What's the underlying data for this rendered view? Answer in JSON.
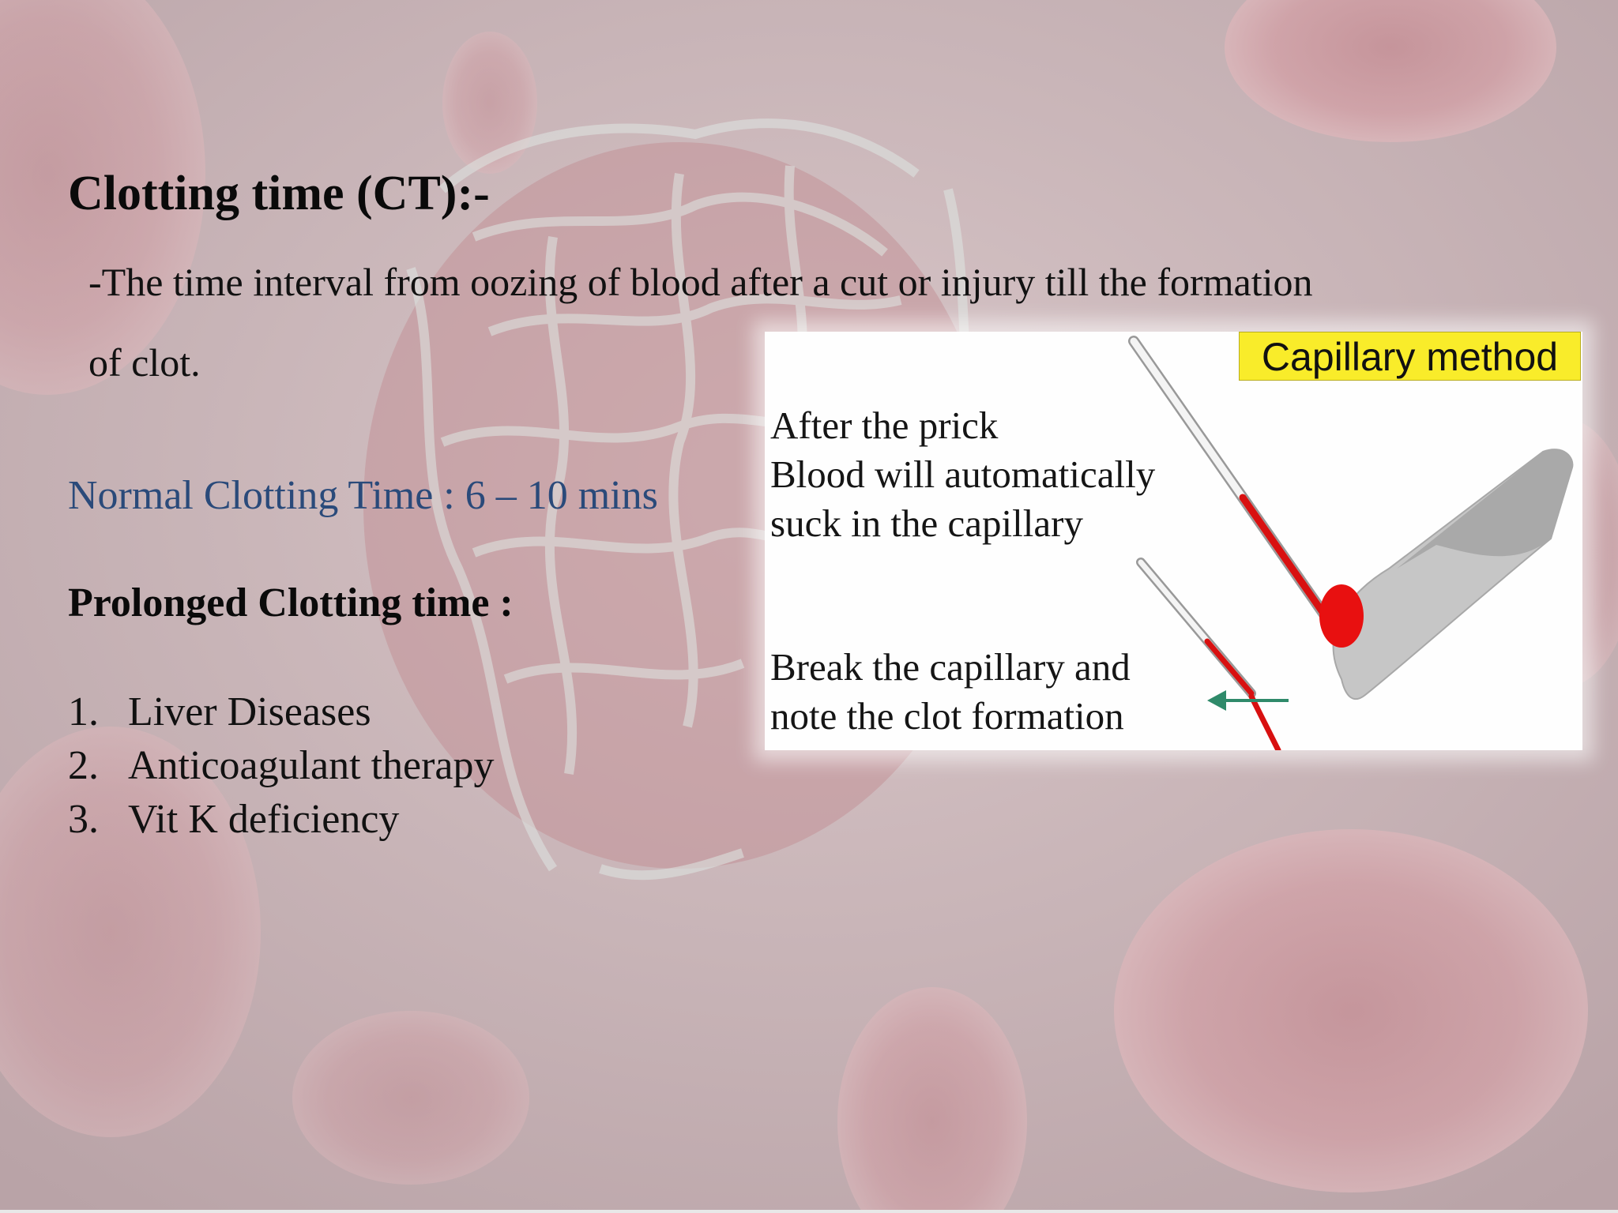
{
  "slide": {
    "title": "Clotting time (CT):-",
    "definition": "-The time interval from oozing of blood after a cut or injury till the formation of clot.",
    "normal_time": "Normal Clotting Time : 6 – 10 mins",
    "prolonged_heading": "Prolonged Clotting time :",
    "causes": [
      {
        "number": "1.",
        "text": "Liver Diseases"
      },
      {
        "number": "2.",
        "text": "Anticoagulant therapy"
      },
      {
        "number": "3.",
        "text": "Vit K deficiency"
      }
    ]
  },
  "figure": {
    "badge": "Capillary method",
    "step1_lines": [
      "After the prick",
      "Blood will automatically",
      "suck in the capillary"
    ],
    "step2_lines": [
      "Break the capillary and",
      "note  the clot formation"
    ],
    "colors": {
      "blood": "#e01010",
      "badge": "#f9ec2a",
      "arrow": "#2f8a6a",
      "finger": "#c4c4c4"
    }
  },
  "colors": {
    "normal_time_text": "#2a4a7a",
    "background": "#c9b3b6"
  }
}
